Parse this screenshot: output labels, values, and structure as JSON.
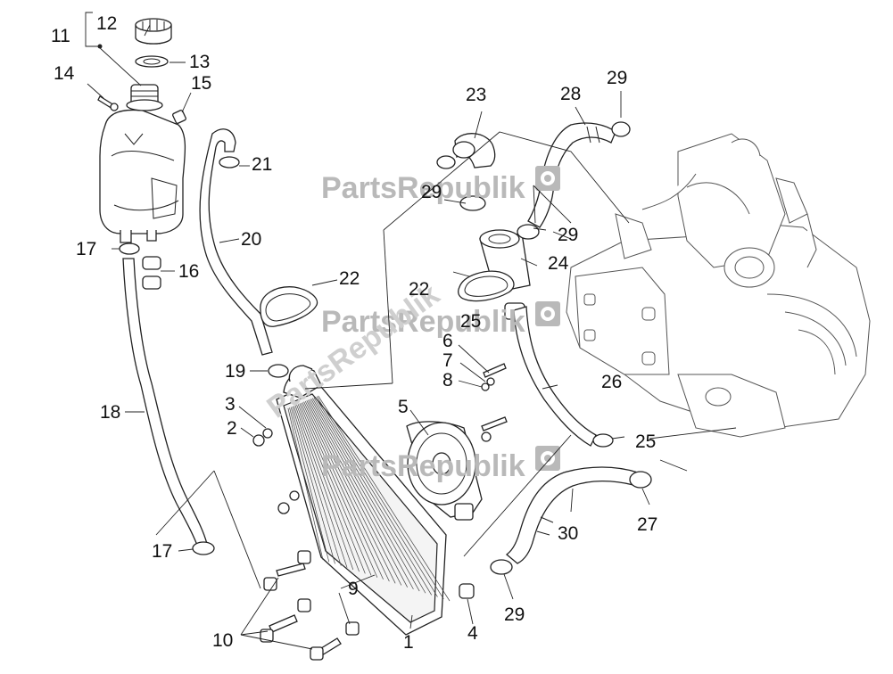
{
  "watermark": {
    "text": "PartsRepublik",
    "gear_color": "#b9b9b9"
  },
  "labels": {
    "l1": "1",
    "l2": "2",
    "l3": "3",
    "l4": "4",
    "l5": "5",
    "l6": "6",
    "l7": "7",
    "l8": "8",
    "l9": "9",
    "l10": "10",
    "l11": "11",
    "l12": "12",
    "l13": "13",
    "l14": "14",
    "l15": "15",
    "l16": "16",
    "l17a": "17",
    "l17b": "17",
    "l18": "18",
    "l19": "19",
    "l20": "20",
    "l21": "21",
    "l22a": "22",
    "l22b": "22",
    "l23": "23",
    "l24": "24",
    "l25a": "25",
    "l25b": "25",
    "l26": "26",
    "l27": "27",
    "l28": "28",
    "l29a": "29",
    "l29b": "29",
    "l29c": "29",
    "l29d": "29",
    "l30": "30"
  }
}
